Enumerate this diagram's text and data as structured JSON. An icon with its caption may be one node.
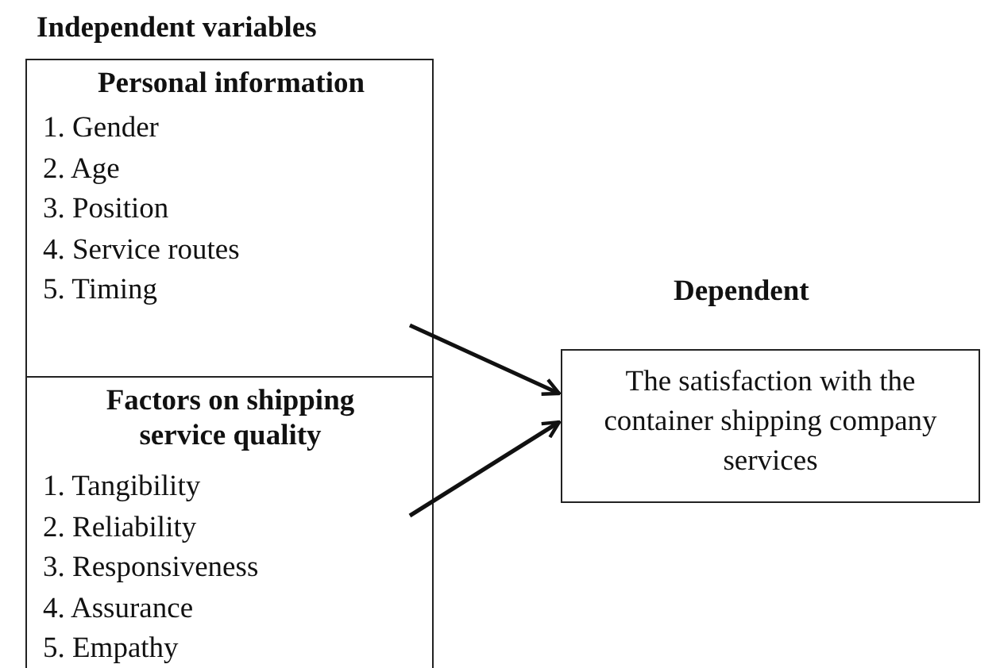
{
  "diagram": {
    "nodes": [
      {
        "text": [
          "Personal information",
          "1. Gender",
          "2. Age",
          "3. Position",
          "4. Service routes",
          "5. Timing"
        ]
      },
      {
        "text": [
          "Factors on shipping service quality",
          "1. Tangibility",
          "2. Reliability",
          "3. Responsiveness",
          "4. Assurance",
          "5. Empathy"
        ]
      },
      {
        "text": [
          "The satisfaction with the container shipping company services"
        ]
      }
    ],
    "edges": [
      {
        "from": 0,
        "to": 2,
        "arrow": "to"
      },
      {
        "from": 1,
        "to": 2,
        "arrow": "to"
      }
    ],
    "labels": [
      "Independent variables",
      "Dependent"
    ]
  }
}
